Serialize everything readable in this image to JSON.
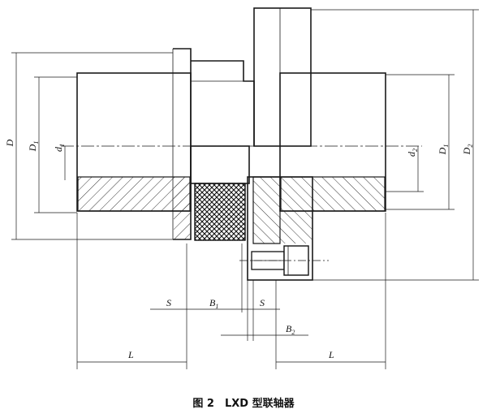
{
  "labels": {
    "D": "D",
    "D1_left": "D",
    "D1_left_sub": "1",
    "d1": "d",
    "d1_sub": "1",
    "d2": "d",
    "d2_sub": "2",
    "D1_right": "D",
    "D1_right_sub": "1",
    "D2": "D",
    "D2_sub": "2",
    "S_left": "S",
    "B1": "B",
    "B1_sub": "1",
    "S_right": "S",
    "B2": "B",
    "B2_sub": "2",
    "L_left": "L",
    "L_right": "L"
  },
  "caption": "图 2　LXD 型联轴器"
}
